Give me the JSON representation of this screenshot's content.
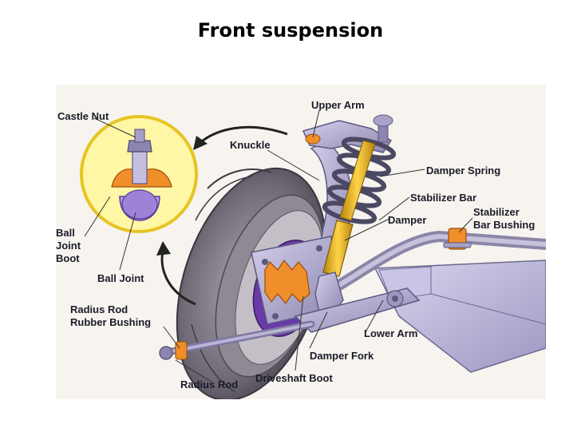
{
  "title": "Front suspension",
  "colors": {
    "panel": "#f7f3ee",
    "tire": "#6e6a74",
    "metal": "#b3acd0",
    "metal_dark": "#7f78a3",
    "spring": "#4a4862",
    "damper": "#e8b11c",
    "boot": "#f08e2a",
    "callout": "#fff7a6",
    "hub_purple": "#6a3aa8"
  },
  "labels": {
    "castle_nut": "Castle Nut",
    "upper_arm": "Upper Arm",
    "knuckle": "Knuckle",
    "damper_spring": "Damper Spring",
    "stabilizer_bar": "Stabilizer Bar",
    "stabilizer_bar_bushing_1": "Stabilizer",
    "stabilizer_bar_bushing_2": "Bar Bushing",
    "damper": "Damper",
    "ball_joint_boot_1": "Ball",
    "ball_joint_boot_2": "Joint",
    "ball_joint_boot_3": "Boot",
    "ball_joint": "Ball Joint",
    "radius_rod_rubber_bushing_1": "Radius Rod",
    "radius_rod_rubber_bushing_2": "Rubber Bushing",
    "lower_arm": "Lower Arm",
    "damper_fork": "Damper Fork",
    "radius_rod": "Radius Rod",
    "driveshaft_boot": "Driveshaft Boot"
  }
}
